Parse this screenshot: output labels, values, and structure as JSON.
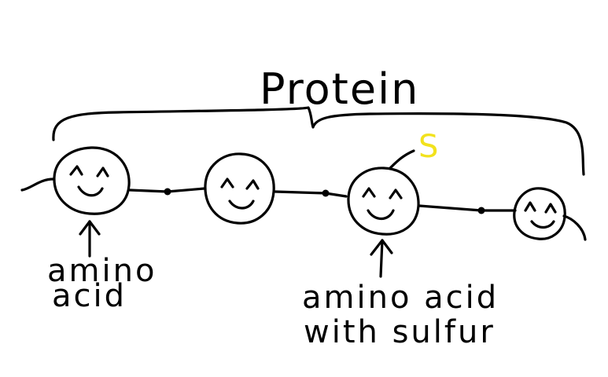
{
  "diagram": {
    "title": "Protein",
    "labels": {
      "amino_acid_line1": "amino",
      "amino_acid_line2": "acid",
      "sulfur_line1": "amino acid",
      "sulfur_line2": "with sulfur"
    },
    "sulfur_symbol": "S",
    "colors": {
      "ink": "#000000",
      "sulfur": "#f2e21d",
      "background": "#ffffff"
    }
  }
}
